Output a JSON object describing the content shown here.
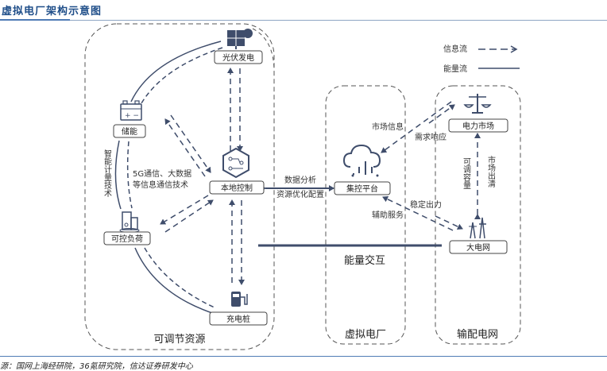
{
  "title": "虚拟电厂架构示意图",
  "source": "源：国网上海经研院，36氪研究院，信达证券研发中心",
  "colors": {
    "primary": "#3f4d6b",
    "title": "#1f4e89",
    "region_border": "#555555"
  },
  "legend": {
    "info_flow": "信息流",
    "energy_flow": "能量流"
  },
  "regions": {
    "adjustable": "可调节资源",
    "vpp": "虚拟电厂",
    "grid_region": "输配电网"
  },
  "nodes": {
    "pv": {
      "label": "光伏发电",
      "icon": "solar-panel-icon"
    },
    "storage": {
      "label": "储能",
      "icon": "battery-icon"
    },
    "local_control": {
      "label": "本地控制",
      "icon": "hexagon-circuit-icon"
    },
    "load": {
      "label": "可控负荷",
      "icon": "building-icon"
    },
    "charger": {
      "label": "充电桩",
      "icon": "charging-station-icon"
    },
    "platform": {
      "label": "集控平台",
      "icon": "cloud-icon"
    },
    "market": {
      "label": "电力市场",
      "icon": "scales-icon"
    },
    "grid": {
      "label": "大电网",
      "icon": "transmission-tower-icon"
    }
  },
  "annotations": {
    "metering": "智能计量技术",
    "comm_line1": "5G通信、大数据",
    "comm_line2": "等信息通信技术",
    "data_analysis": "数据分析",
    "resource_opt": "资源优化配置",
    "market_info": "市场信息",
    "demand_response": "需求响应",
    "stable_output": "稳定出力",
    "aux_service": "辅助服务",
    "adjustable_capacity": "可调容量",
    "market_clearing": "市场出清",
    "energy_interaction": "能量交互"
  }
}
